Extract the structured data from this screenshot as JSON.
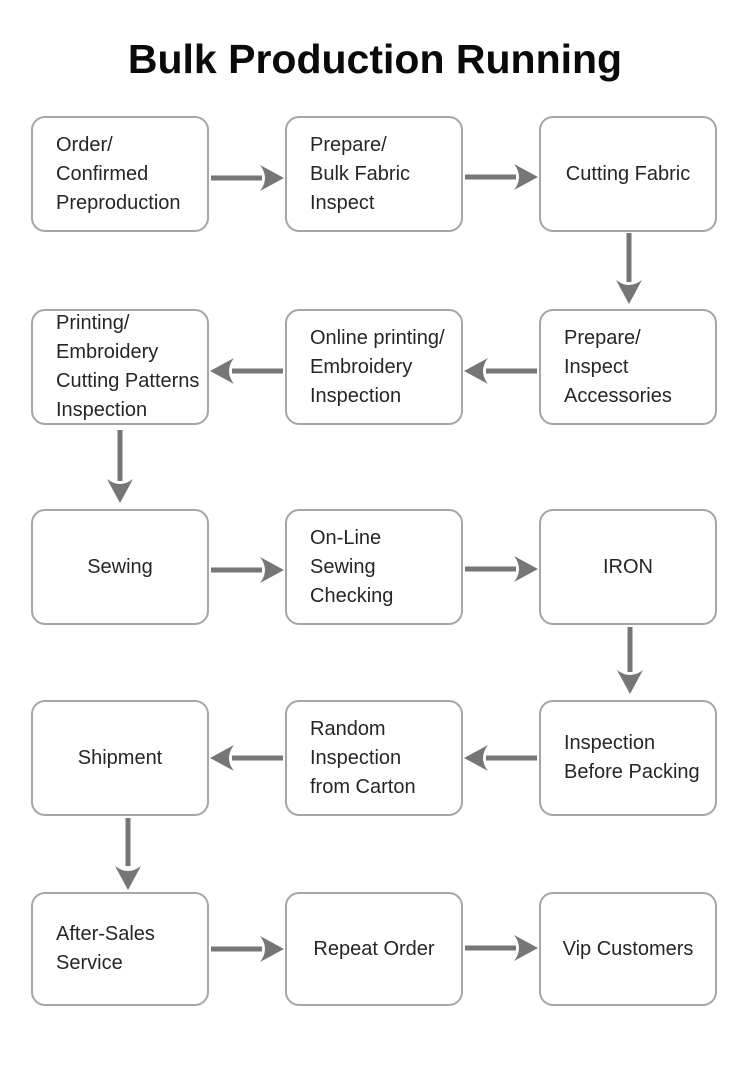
{
  "title": "Bulk Production Running",
  "colors": {
    "background": "#ffffff",
    "box_border": "#a6a6a6",
    "box_text": "#262626",
    "arrow": "#767676",
    "title_text": "#0a0a0a"
  },
  "nodes": {
    "order": {
      "label": "Order/\nConfirmed\nPreproduction"
    },
    "prepare_fabric": {
      "label": "Prepare/\nBulk Fabric\nInspect"
    },
    "cutting_fabric": {
      "label": "Cutting Fabric"
    },
    "printing": {
      "label": "Printing/\nEmbroidery\nCutting Patterns\nInspection"
    },
    "online_printing": {
      "label": "Online printing/\nEmbroidery\nInspection"
    },
    "prepare_accessories": {
      "label": "Prepare/\nInspect\nAccessories"
    },
    "sewing": {
      "label": "Sewing"
    },
    "online_sewing": {
      "label": "On-Line\nSewing Checking"
    },
    "iron": {
      "label": "IRON"
    },
    "shipment": {
      "label": "Shipment"
    },
    "random_inspection": {
      "label": "Random Inspection\nfrom Carton"
    },
    "inspection_packing": {
      "label": "Inspection\nBefore Packing"
    },
    "after_sales": {
      "label": "After-Sales\nService"
    },
    "repeat_order": {
      "label": "Repeat Order"
    },
    "vip": {
      "label": "Vip Customers"
    }
  },
  "edges": [
    {
      "from": "order",
      "to": "prepare_fabric",
      "direction": "right"
    },
    {
      "from": "prepare_fabric",
      "to": "cutting_fabric",
      "direction": "right"
    },
    {
      "from": "cutting_fabric",
      "to": "prepare_accessories",
      "direction": "down"
    },
    {
      "from": "prepare_accessories",
      "to": "online_printing",
      "direction": "left"
    },
    {
      "from": "online_printing",
      "to": "printing",
      "direction": "left"
    },
    {
      "from": "printing",
      "to": "sewing",
      "direction": "down"
    },
    {
      "from": "sewing",
      "to": "online_sewing",
      "direction": "right"
    },
    {
      "from": "online_sewing",
      "to": "iron",
      "direction": "right"
    },
    {
      "from": "iron",
      "to": "inspection_packing",
      "direction": "down"
    },
    {
      "from": "inspection_packing",
      "to": "random_inspection",
      "direction": "left"
    },
    {
      "from": "random_inspection",
      "to": "shipment",
      "direction": "left"
    },
    {
      "from": "shipment",
      "to": "after_sales",
      "direction": "down"
    },
    {
      "from": "after_sales",
      "to": "repeat_order",
      "direction": "right"
    },
    {
      "from": "repeat_order",
      "to": "vip",
      "direction": "right"
    }
  ]
}
